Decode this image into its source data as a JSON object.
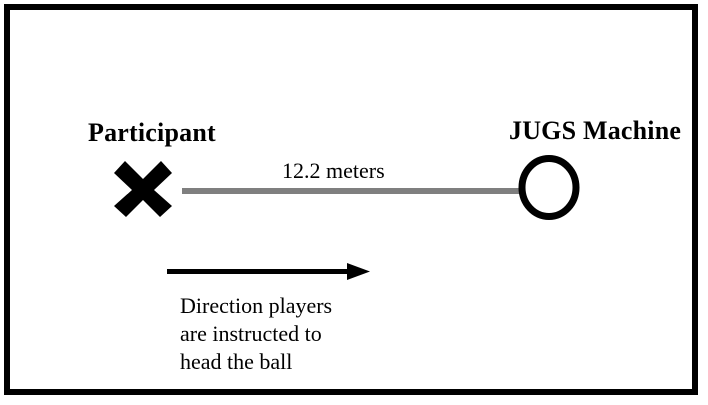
{
  "figure": {
    "border_color": "#000000",
    "background_color": "#ffffff",
    "line_color": "#7f7f7f",
    "marker_color": "#000000"
  },
  "participant": {
    "label": "Participant",
    "marker_icon": "x-mark-icon"
  },
  "distance": {
    "label": "12.2 meters",
    "value": "12.2",
    "unit": "meters",
    "connector_icon": "horizontal-line-icon"
  },
  "jugs_machine": {
    "label": "JUGS Machine",
    "marker_icon": "circle-outline-icon"
  },
  "direction": {
    "arrow_icon": "right-arrow-icon",
    "caption_lines": [
      "Direction players",
      "are instructed to",
      "head the ball"
    ]
  }
}
